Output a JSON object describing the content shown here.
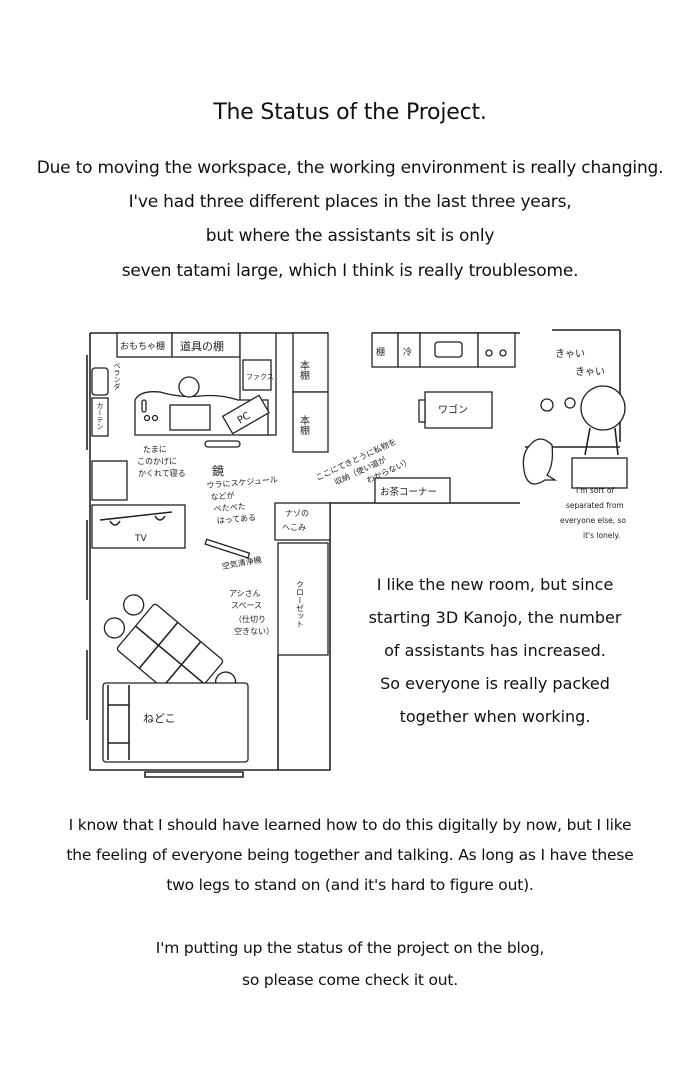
{
  "title": "The Status of the Project.",
  "intro": [
    "Due to moving the workspace, the working environment is really changing.",
    "I've had three different places in the last three years,",
    "but where the assistants sit is only",
    "seven tatami large, which I think is really troublesome."
  ],
  "floorplan": {
    "toy_shelf": "おもちゃ棚",
    "tool_shelf": "道具の棚",
    "fax": "ファクス",
    "pc": "PC",
    "bookshelf_1": "本棚",
    "bookshelf_2": "本棚",
    "veranda": "ベランダ",
    "curtain": "カーテン",
    "hide_note": [
      "たまに",
      "このかげに",
      "かくれて寝る"
    ],
    "mirror": "鏡",
    "schedule_note": [
      "ウラにスケジュール",
      "などが",
      "ぺたぺた",
      "はってある"
    ],
    "storage_note": [
      "ここにてきとうに私物を",
      "収納（使い道が",
      "わからない）"
    ],
    "shelf": "棚",
    "fridge": "冷",
    "wagon": "ワゴン",
    "tea_corner": "お茶コーナー",
    "mystery_dent": [
      "ナゾの",
      "へこみ"
    ],
    "air_purifier": "空気清浄機",
    "assistant_space": [
      "アシさん",
      "スペース",
      "（仕切り",
      "空きない）"
    ],
    "closet": "クローゼット",
    "tv": "TV",
    "bed": "ねどこ"
  },
  "side_panel": {
    "chatter": [
      "きゃい",
      "きゃい"
    ],
    "caption": [
      "I'm sort of",
      "separated from",
      "everyone else, so",
      "it's lonely."
    ]
  },
  "middle_text": [
    "I like the new room, but since",
    "starting 3D Kanojo, the number",
    "of assistants has increased.",
    "So everyone is really packed",
    "together when working."
  ],
  "outro": [
    "I know that I should have learned how to do this digitally by now, but I like",
    "the feeling of everyone being together and talking. As long as I have these",
    "two legs to stand on (and it's hard to figure out)."
  ],
  "closing": [
    "I'm putting up the status of the project on the blog,",
    "so please come check it out."
  ]
}
